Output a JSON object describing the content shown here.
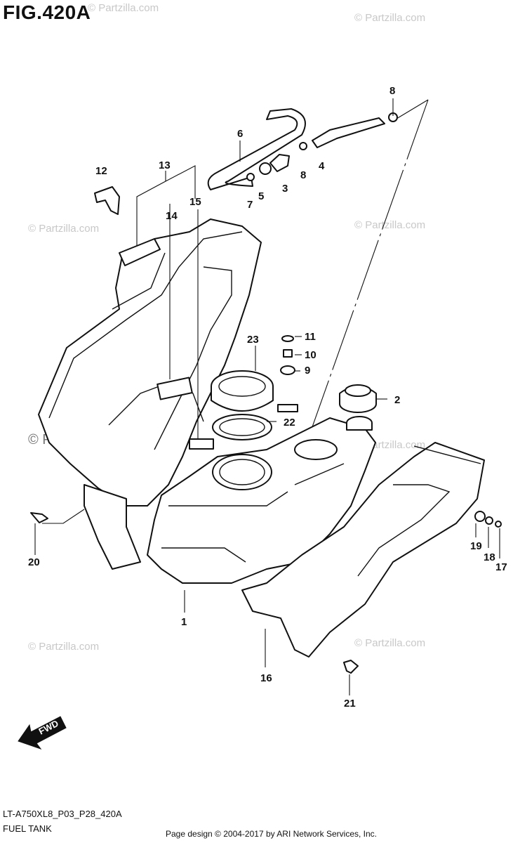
{
  "figure_title": "FIG.420A",
  "diagram_code": "LT-A750XL8_P03_P28_420A",
  "section_name": "FUEL TANK",
  "copyright": "Page design © 2004-2017 by ARI Network Services, Inc.",
  "watermark": "© Partzilla.com",
  "watermark_main": "© Partzilla.com",
  "fwd_label": "FWD",
  "callouts": {
    "c1": "1",
    "c2": "2",
    "c3": "3",
    "c4": "4",
    "c5": "5",
    "c6": "6",
    "c7": "7",
    "c8a": "8",
    "c8b": "8",
    "c9": "9",
    "c10": "10",
    "c11": "11",
    "c12": "12",
    "c13": "13",
    "c14": "14",
    "c15": "15",
    "c16": "16",
    "c17": "17",
    "c18": "18",
    "c19": "19",
    "c20": "20",
    "c21": "21",
    "c22": "22",
    "c23": "23"
  }
}
